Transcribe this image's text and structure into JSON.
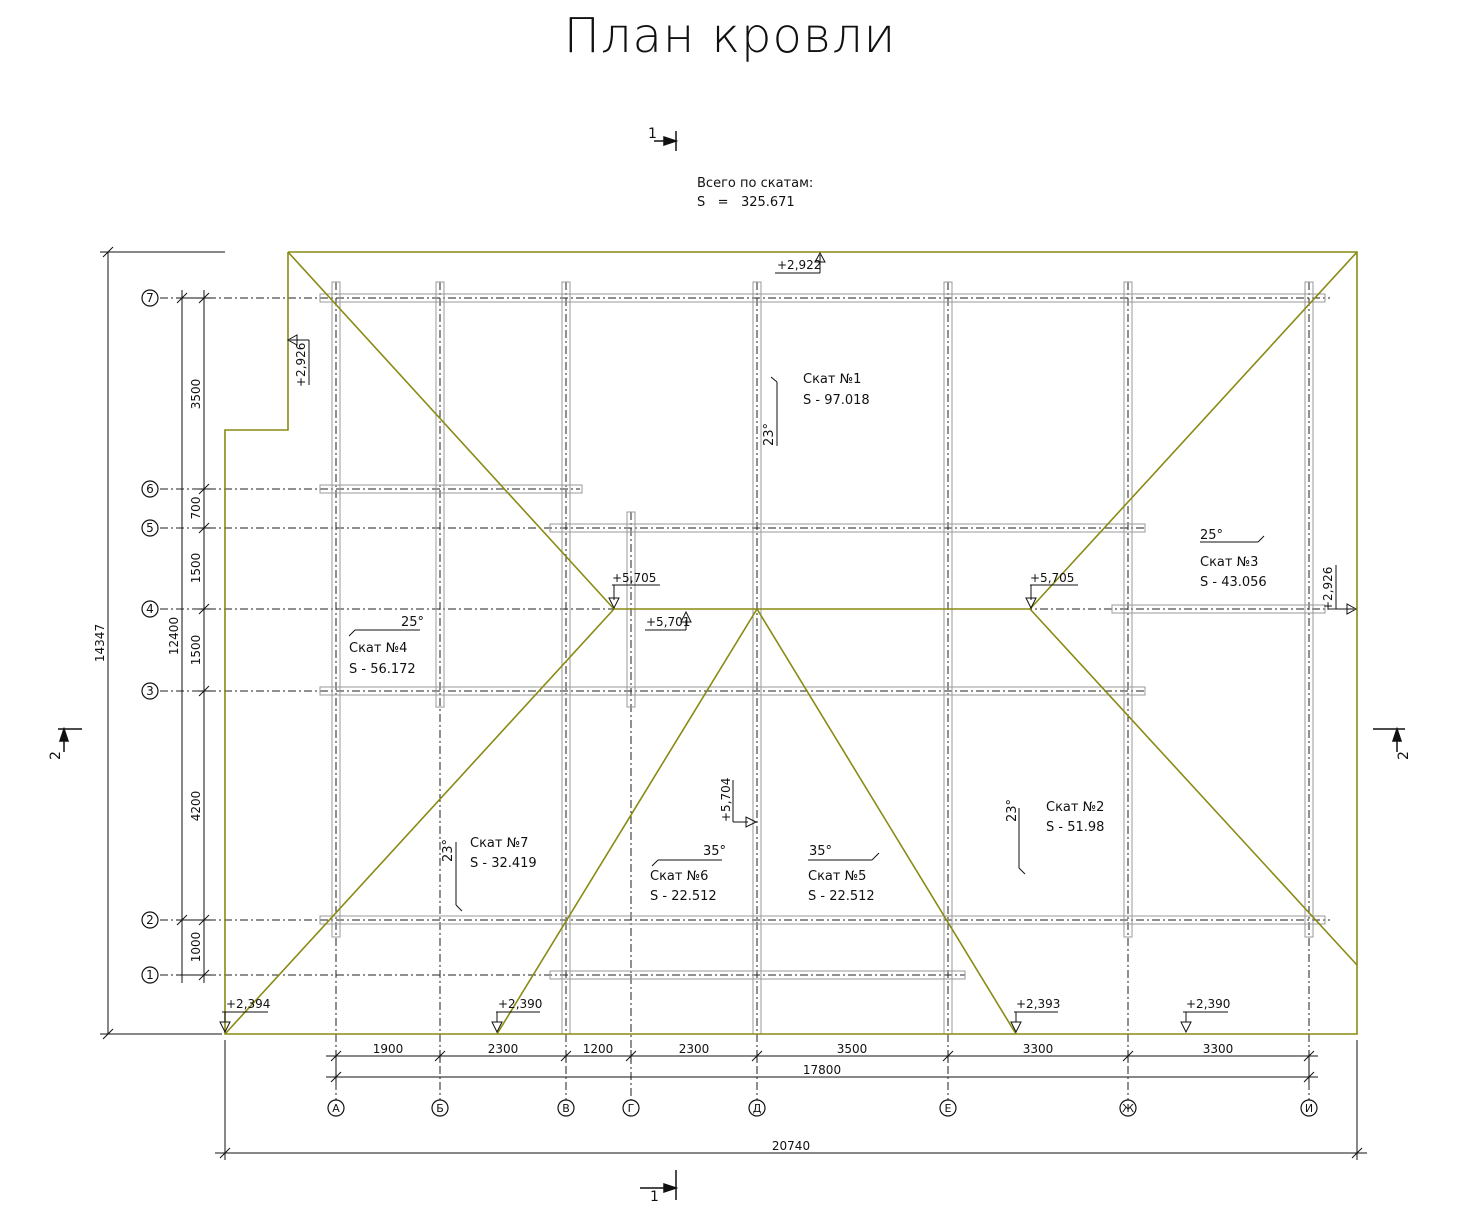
{
  "title": "План кровли",
  "summary": {
    "label": "Всего по скатам:",
    "value": "S   =   325.671"
  },
  "colors": {
    "roof_outline": "#8a8a14",
    "ink": "#111111",
    "beam": "#9a9a9a"
  },
  "section_marks": {
    "one_top": "1",
    "one_bottom": "1",
    "two_left": "2",
    "two_right": "2"
  },
  "elevations": {
    "ridge_top": "+2,922",
    "left_upper": "+2,926",
    "right_mid": "+2,926",
    "node_left": "+5,705",
    "node_right": "+5,705",
    "node_center": "+5,701",
    "valley_center": "+5,704",
    "eave_a": "+2,394",
    "eave_b": "+2,390",
    "eave_e": "+2,393",
    "eave_zh": "+2,390"
  },
  "slopes": [
    {
      "name": "Скат №1",
      "area": "S   -   97.018",
      "angle": "23°"
    },
    {
      "name": "Скат №2",
      "area": "S   -   51.98",
      "angle": "23°"
    },
    {
      "name": "Скат №3",
      "area": "S   -   43.056",
      "angle": "25°"
    },
    {
      "name": "Скат №4",
      "area": "S   -   56.172",
      "angle": "25°"
    },
    {
      "name": "Скат №5",
      "area": "S   -   22.512",
      "angle": "35°"
    },
    {
      "name": "Скат №6",
      "area": "S   -   22.512",
      "angle": "35°"
    },
    {
      "name": "Скат №7",
      "area": "S   -   32.419",
      "angle": "23°"
    }
  ],
  "axes": {
    "columns": [
      "А",
      "Б",
      "В",
      "Г",
      "Д",
      "Е",
      "Ж",
      "И"
    ],
    "rows": [
      "1",
      "2",
      "3",
      "4",
      "5",
      "6",
      "7"
    ]
  },
  "dimensions": {
    "bottom_chain": [
      "1900",
      "2300",
      "1200",
      "2300",
      "3500",
      "3300",
      "3300"
    ],
    "bottom_total": "17800",
    "overall_width": "20740",
    "left_chain": [
      "1000",
      "4200",
      "1500",
      "1500",
      "700",
      "3500"
    ],
    "left_sub": "12400",
    "overall_height": "14347"
  }
}
